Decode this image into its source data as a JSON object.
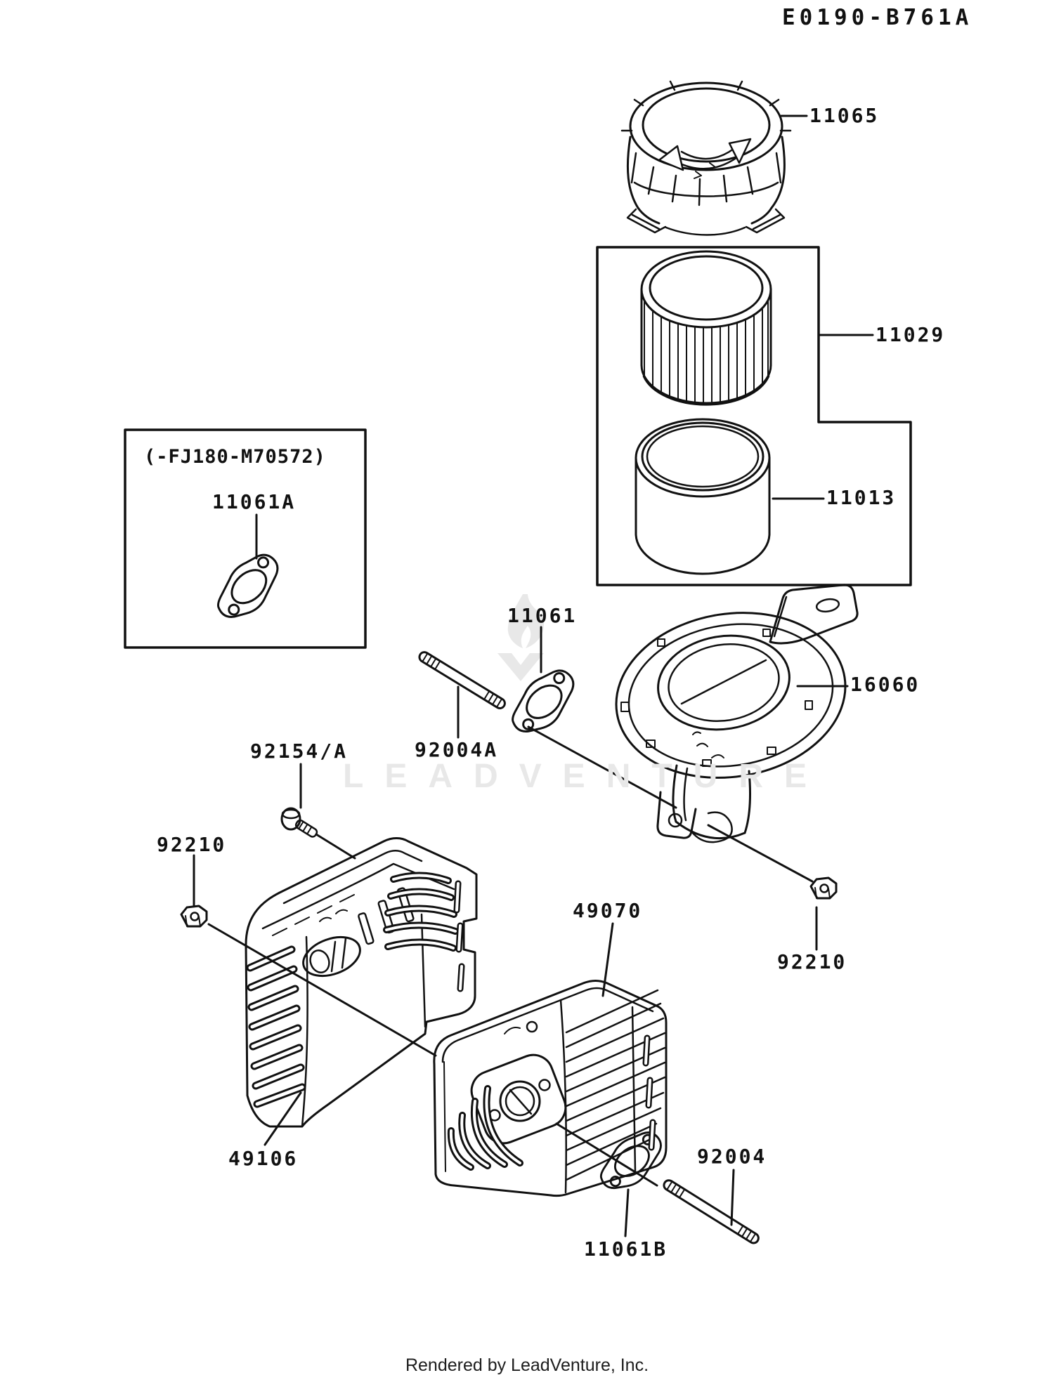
{
  "diagram": {
    "code": "E0190-B761A",
    "footer": "Rendered by LeadVenture, Inc.",
    "watermark_text": "LEADVENTURE",
    "line_color": "#111111",
    "watermark_color": "#e8e8e8",
    "note_box": {
      "applicability": "(-FJ180-M70572)"
    },
    "parts": {
      "air_cleaner_cap": "11065",
      "filter_element": "11029",
      "foam_element": "11013",
      "air_filter_case": "16060",
      "air_filter_gasket": "11061",
      "air_filter_gasket_early": "11061A",
      "muffler_gasket": "11061B",
      "air_filter_stud": "92004A",
      "muffler_stud": "92004",
      "cover_bolt": "92154/A",
      "nut_left": "92210",
      "nut_right": "92210",
      "muffler_cover": "49106",
      "muffler_body": "49070"
    }
  }
}
